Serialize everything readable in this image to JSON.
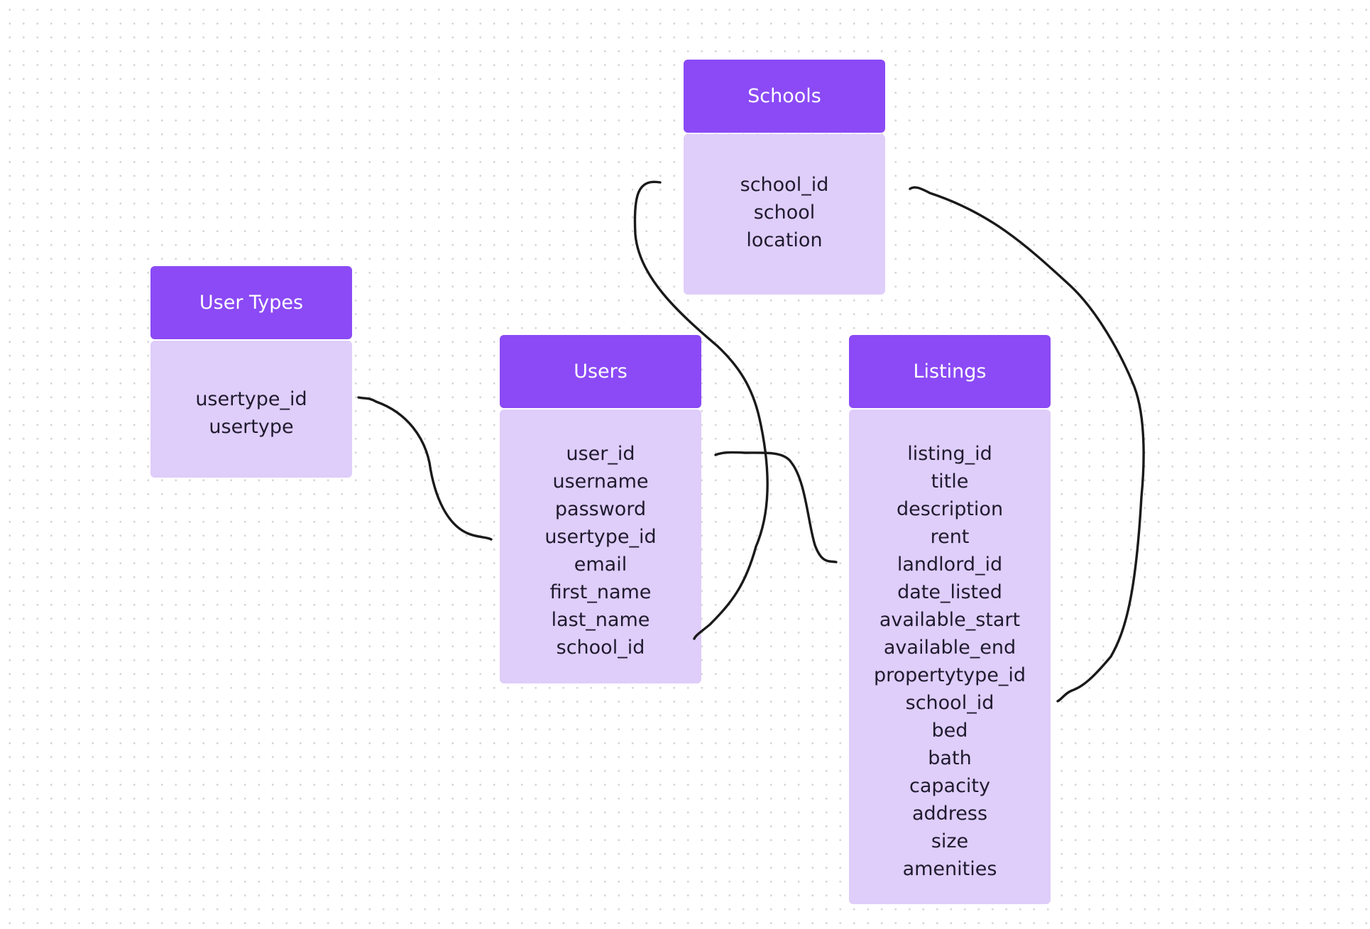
{
  "tables": {
    "schools": {
      "title": "Schools",
      "fields": [
        "school_id",
        "school",
        "location"
      ]
    },
    "user_types": {
      "title": "User Types",
      "fields": [
        "usertype_id",
        "usertype"
      ]
    },
    "users": {
      "title": "Users",
      "fields": [
        "user_id",
        "username",
        "password",
        "usertype_id",
        "email",
        "first_name",
        "last_name",
        "school_id"
      ]
    },
    "listings": {
      "title": "Listings",
      "fields": [
        "listing_id",
        "title",
        "description",
        "rent",
        "landlord_id",
        "date_listed",
        "available_start",
        "available_end",
        "propertytype_id",
        "school_id",
        "bed",
        "bath",
        "capacity",
        "address",
        "size",
        "amenities"
      ]
    }
  },
  "relationships": [
    {
      "from": "user_types.usertype_id",
      "to": "users.usertype_id"
    },
    {
      "from": "schools.school_id",
      "to": "users.school_id"
    },
    {
      "from": "users.user_id",
      "to": "listings.landlord_id"
    },
    {
      "from": "schools.school_id",
      "to": "listings.school_id"
    }
  ],
  "colors": {
    "header": "#8b4af5",
    "body": "#dfcdfa",
    "connector": "#1a1a1a",
    "canvas_dots": "#d4d4d8"
  }
}
